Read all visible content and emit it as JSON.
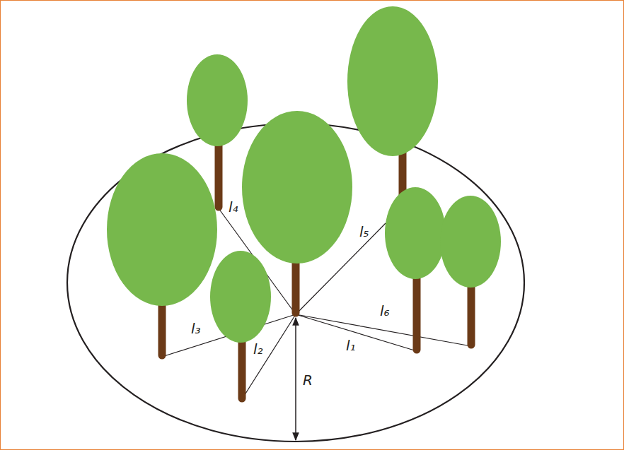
{
  "diagram": {
    "labels": [
      "l₄",
      "l₅",
      "l₃",
      "l₂",
      "l₁",
      "l₆",
      "R"
    ]
  }
}
